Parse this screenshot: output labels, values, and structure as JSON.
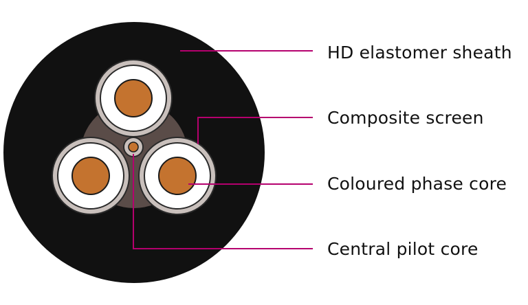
{
  "labels": {
    "sheath": "HD elastomer sheath",
    "screen": "Composite screen",
    "phase": "Coloured phase core",
    "pilot": "Central pilot core"
  },
  "colors": {
    "sheath": "#111111",
    "filler": "#5a4c48",
    "screen_ring": "#c9c0bc",
    "insulation": "#ffffff",
    "insulation_edge": "#2a2a2a",
    "conductor": "#c4732f",
    "leader_line": "#b5006e"
  }
}
